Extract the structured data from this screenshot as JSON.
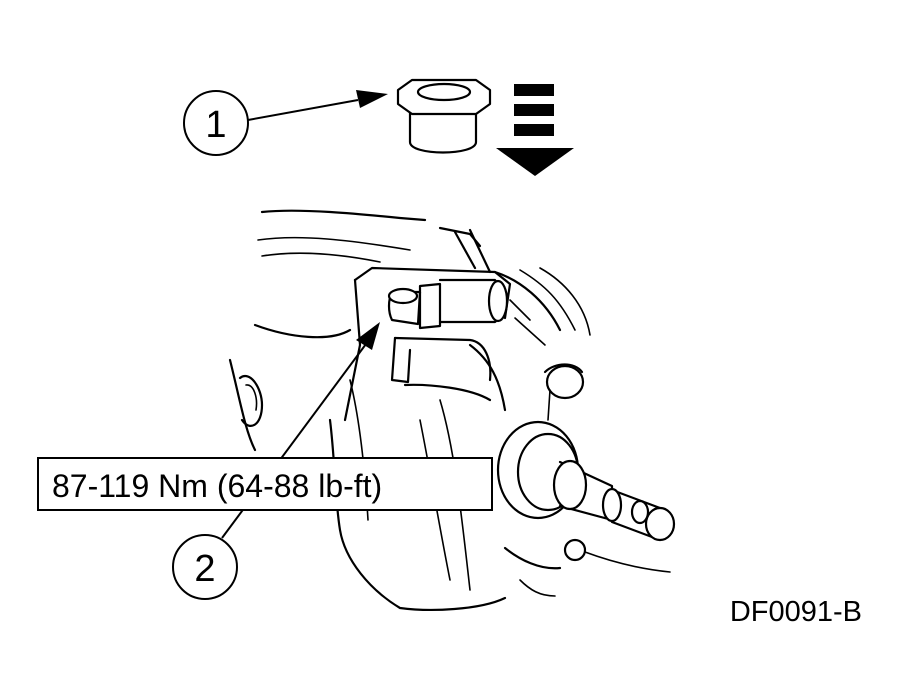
{
  "callouts": [
    {
      "id": "1",
      "label": "1"
    },
    {
      "id": "2",
      "label": "2"
    }
  ],
  "torque_spec": "87-119 Nm (64-88 lb-ft)",
  "figure_id": "DF0091-B",
  "colors": {
    "ink": "#000000",
    "paper": "#ffffff"
  }
}
